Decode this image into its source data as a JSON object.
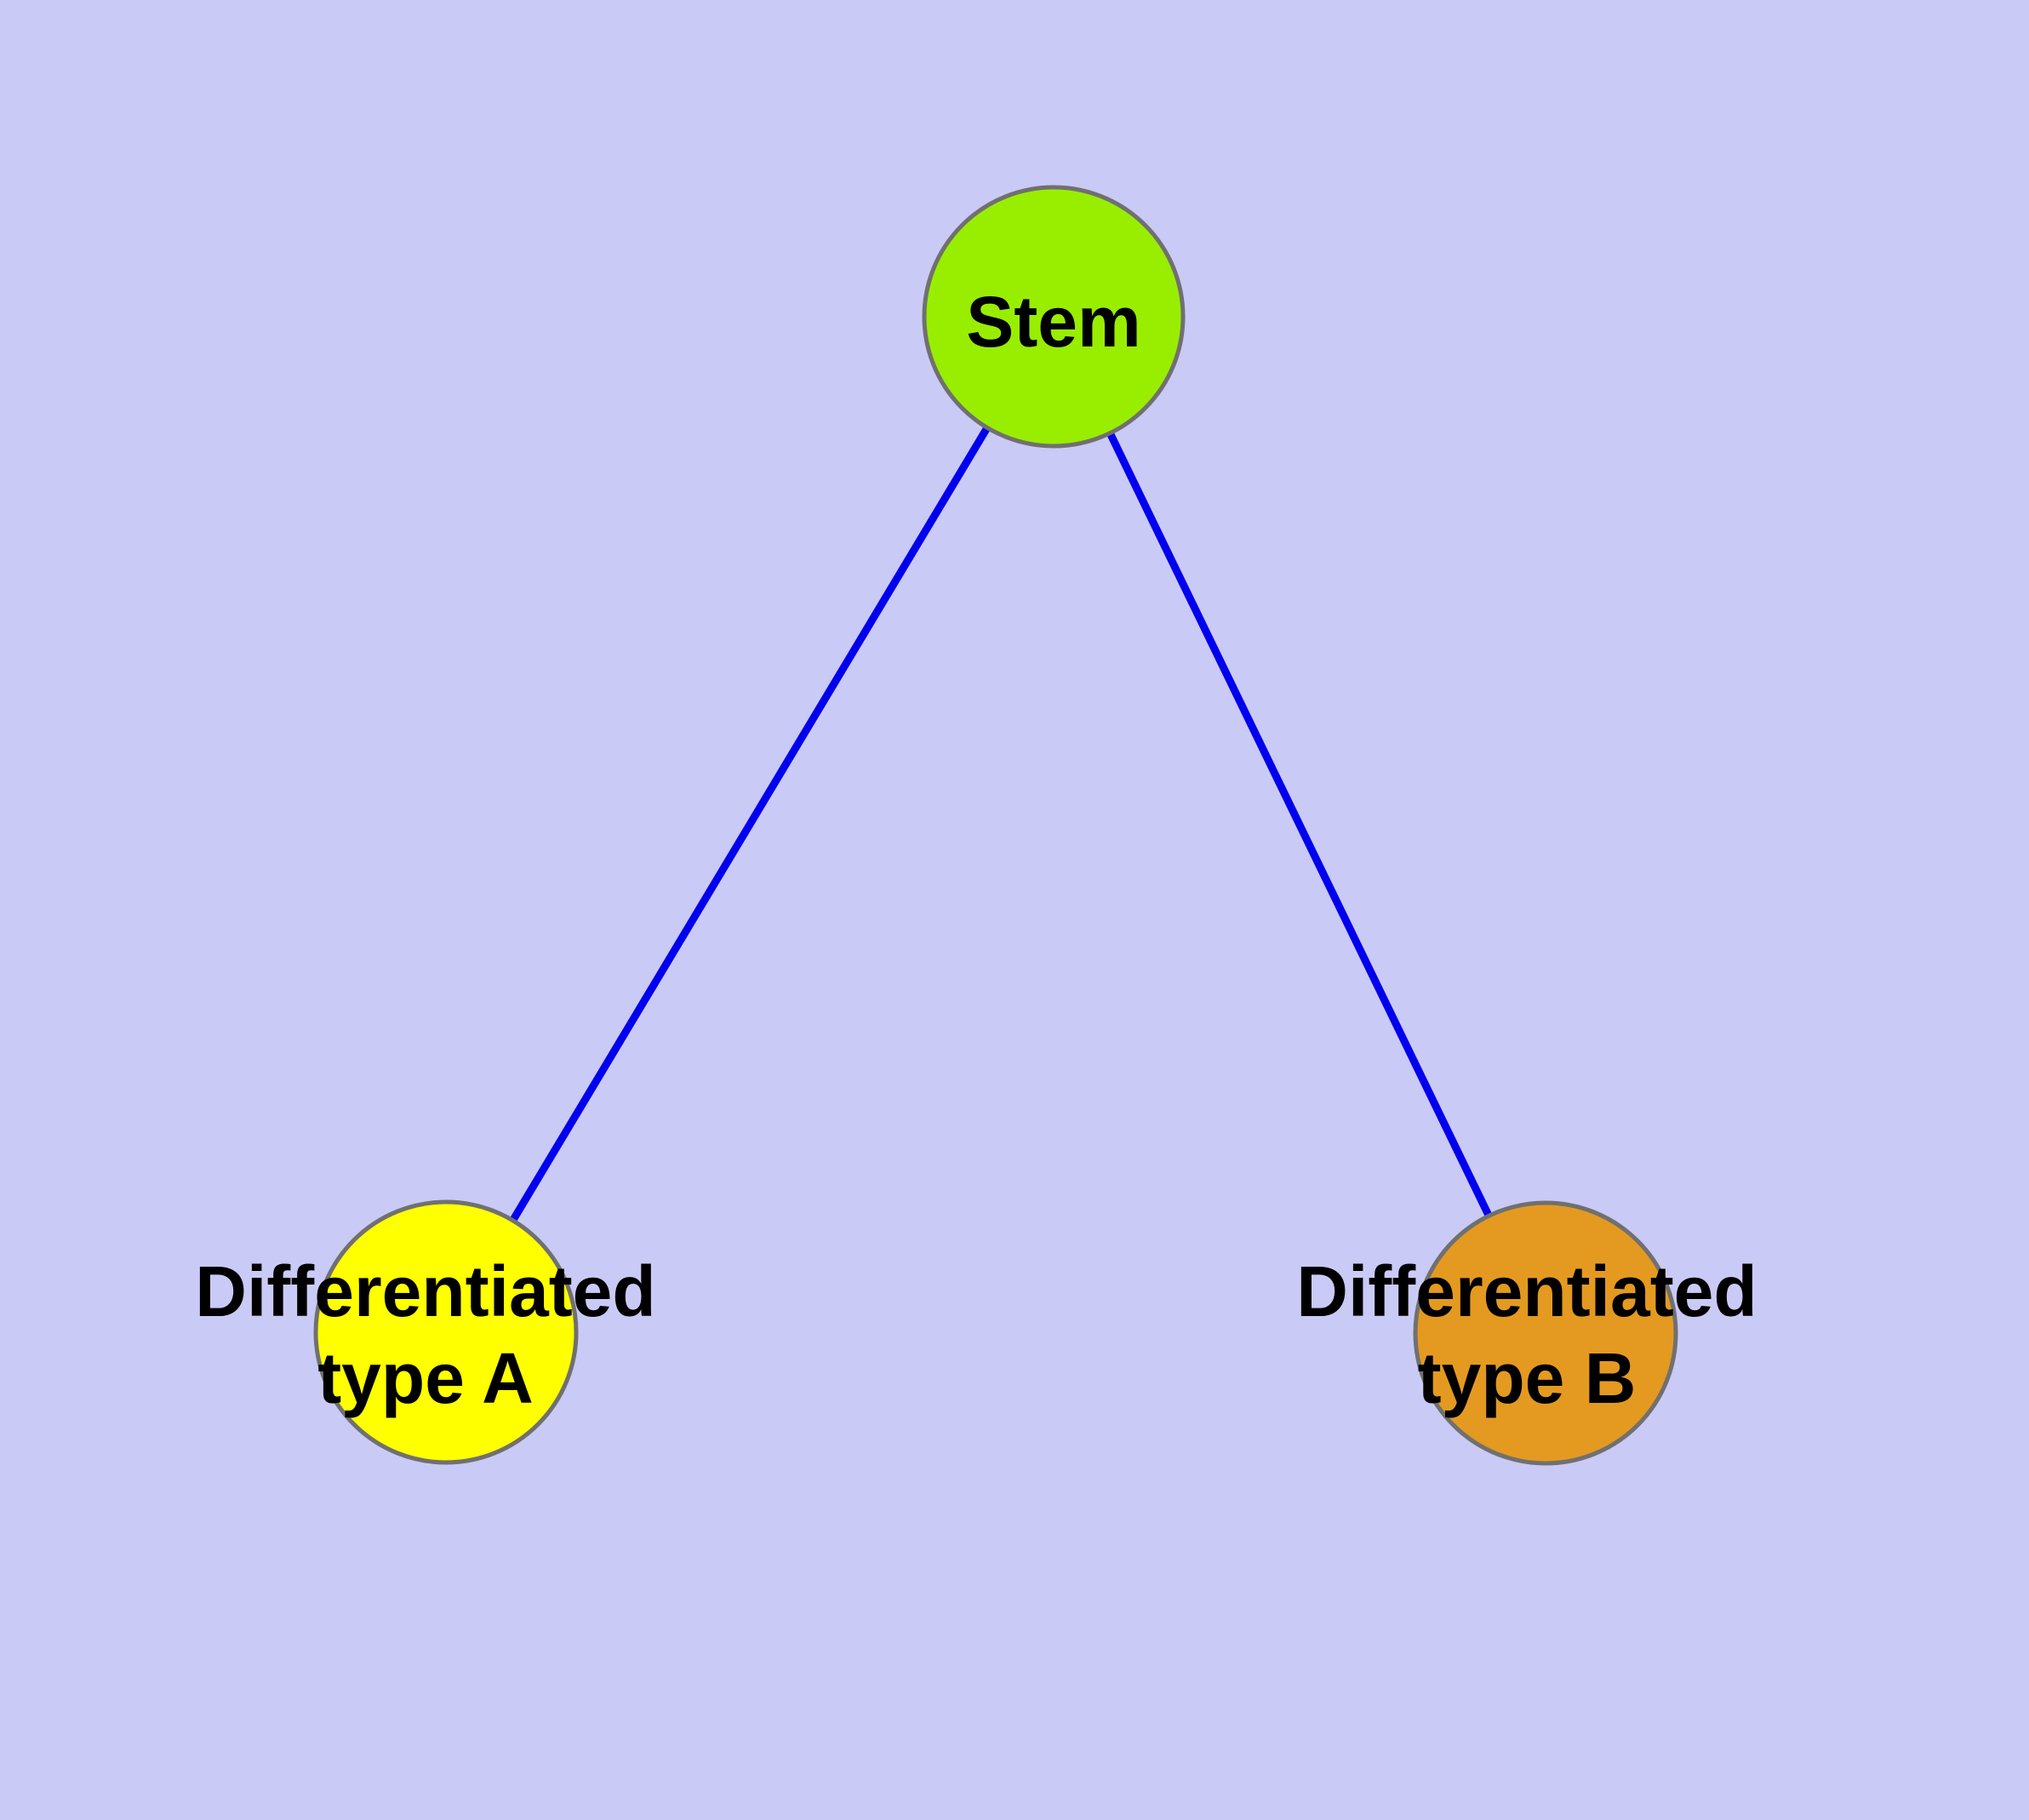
{
  "diagram": {
    "type": "node-link-graph",
    "description": "Stem cell differentiation tree with one root node connected to two child nodes"
  },
  "colors": {
    "background": "#cacaf6",
    "edge": "#0000ee",
    "node_border": "#707070",
    "label_text": "#000000",
    "stem_fill": "#99ee00",
    "type_a_fill": "#ffff00",
    "type_b_fill": "#e49a20"
  },
  "nodes": {
    "stem": {
      "label": "Stem",
      "fill": "#99ee00"
    },
    "type_a": {
      "label_line1": "Differentiated",
      "label_line2": "type A",
      "fill": "#ffff00"
    },
    "type_b": {
      "label_line1": "Differentiated",
      "label_line2": "type B",
      "fill": "#e49a20"
    }
  },
  "edges": [
    {
      "from": "Stem",
      "to": "Differentiated type A"
    },
    {
      "from": "Stem",
      "to": "Differentiated type B"
    }
  ]
}
